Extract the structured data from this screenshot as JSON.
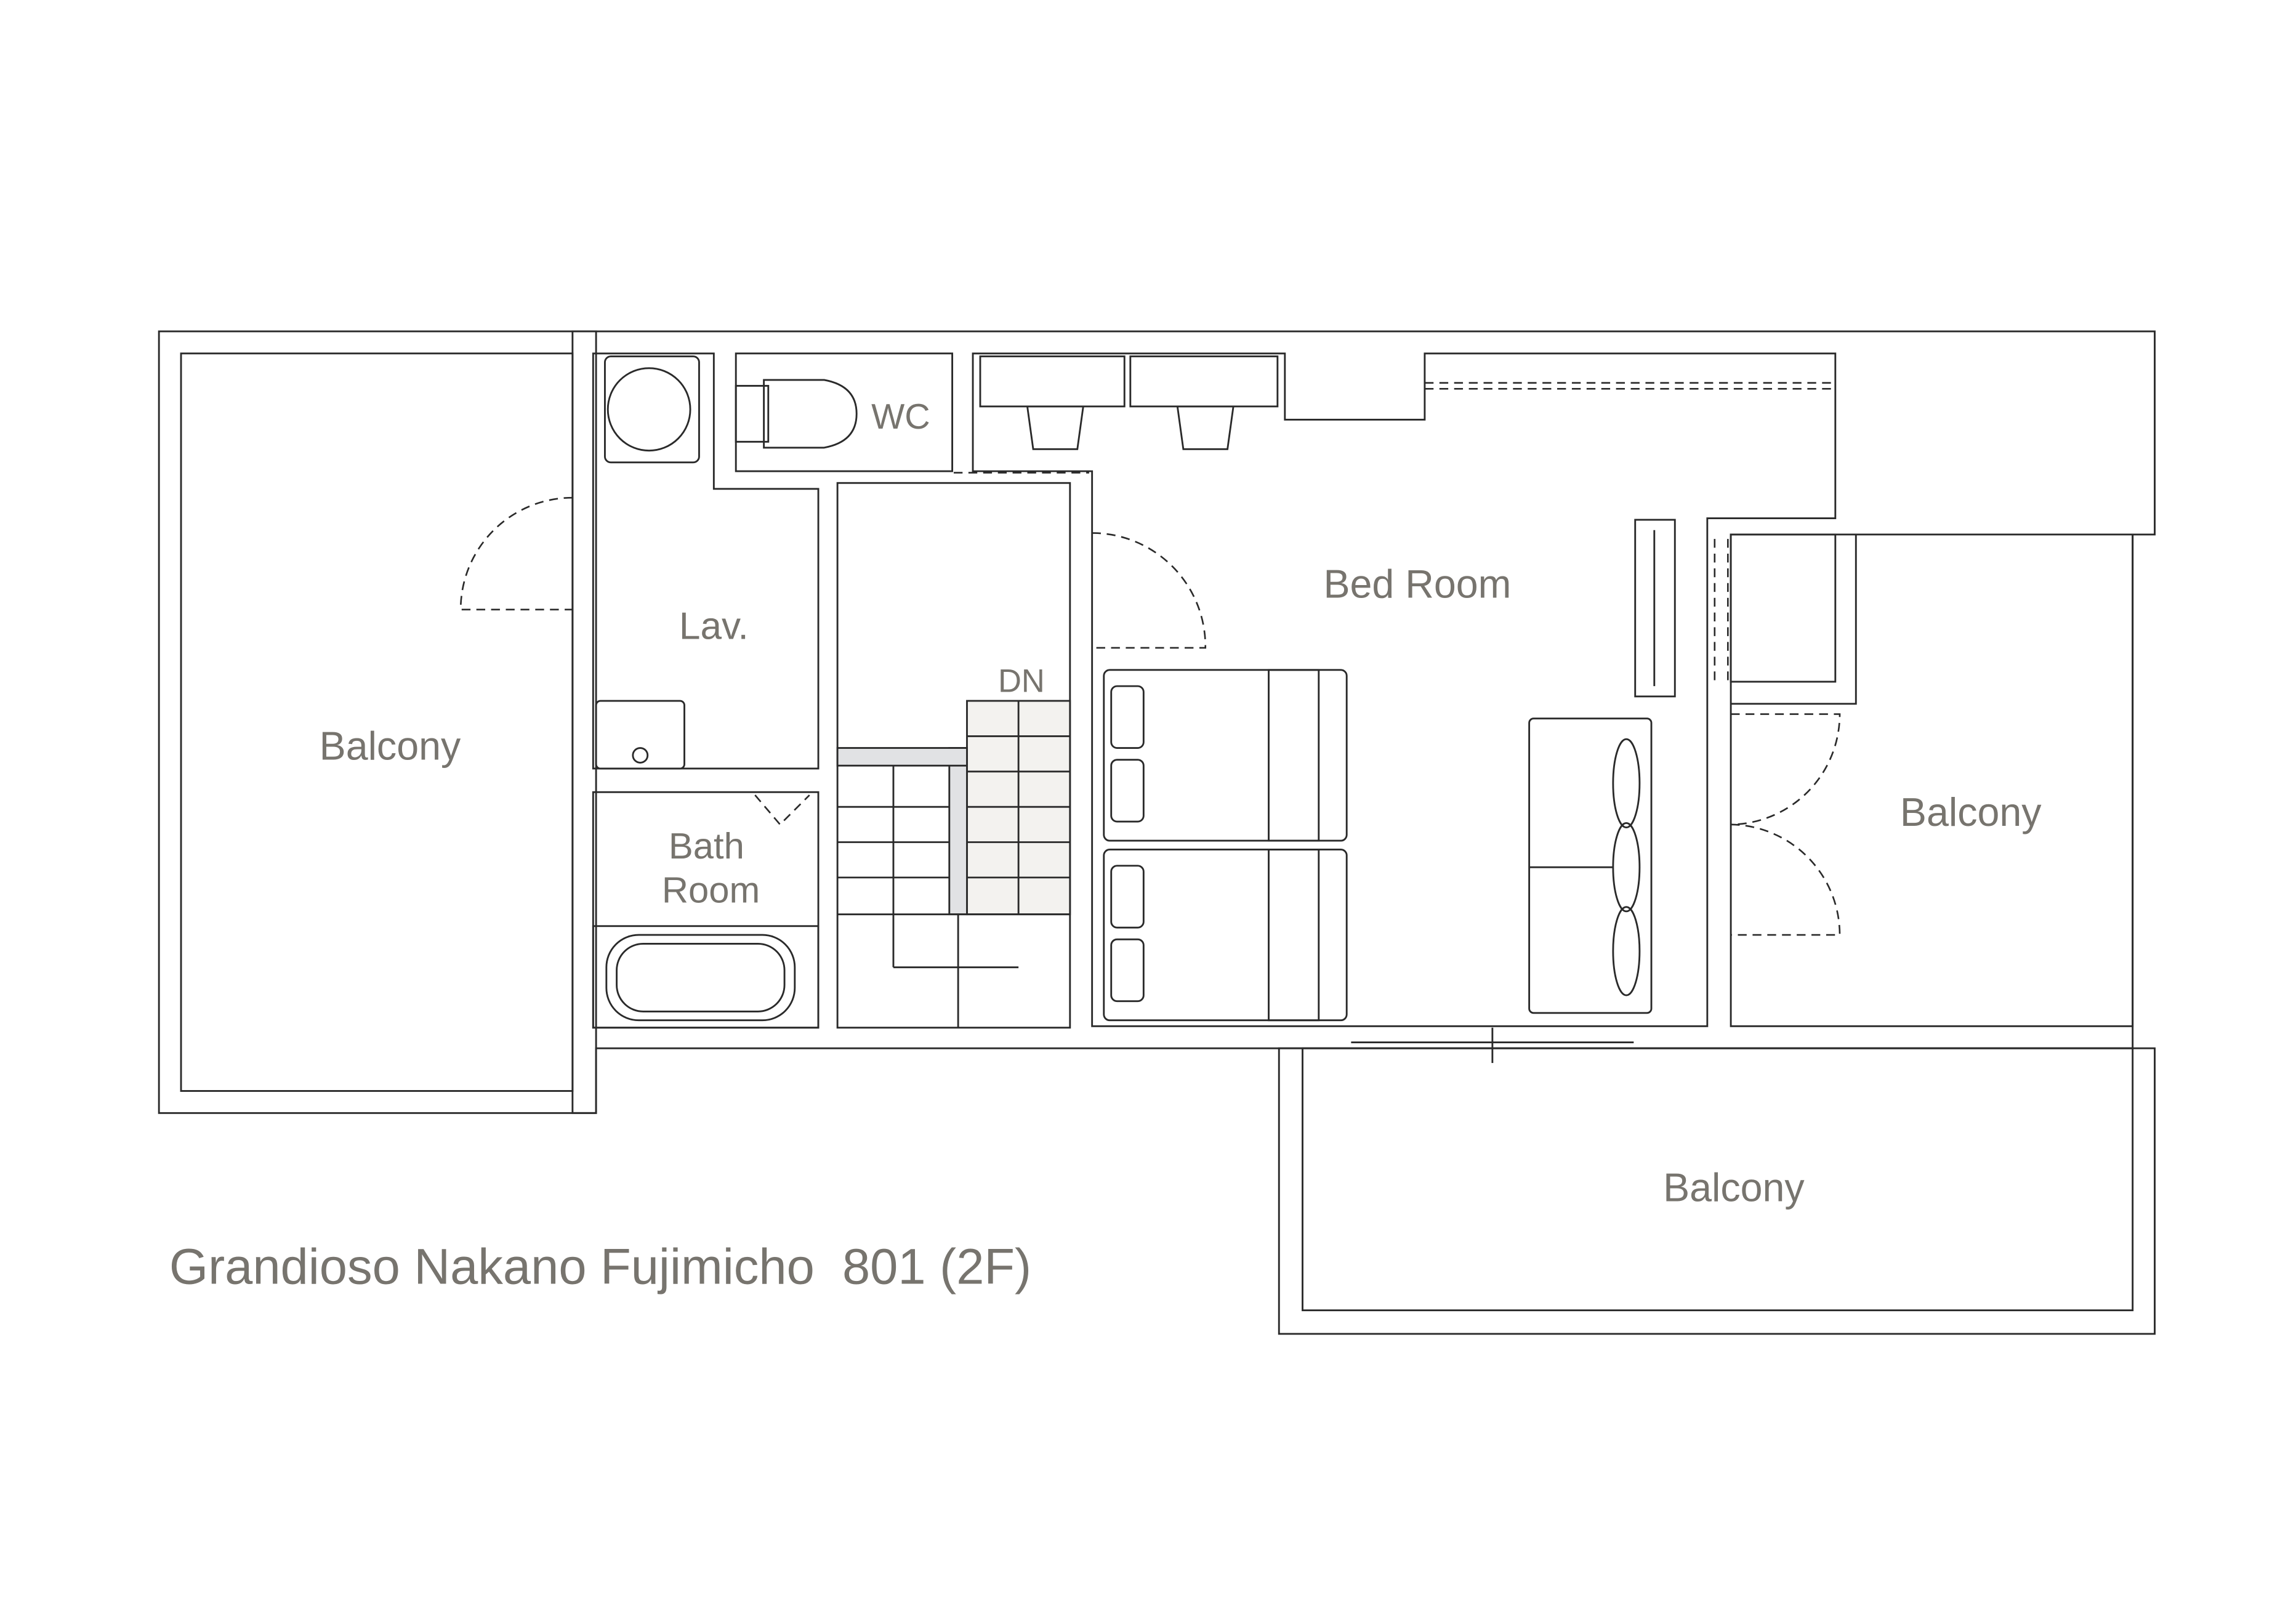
{
  "plan": {
    "title": "Grandioso Nakano Fujimicho  801 (2F)",
    "rooms": {
      "balcony_left": "Balcony",
      "balcony_right": "Balcony",
      "balcony_bottom": "Balcony",
      "lav": "Lav.",
      "wc": "WC",
      "bath_line1": "Bath",
      "bath_line2": "Room",
      "bedroom": "Bed Room",
      "stairs": "DN"
    },
    "colors": {
      "wall": "#e1e2e4",
      "wet_area": "#e4f9fb",
      "floor": "#f3f2ef",
      "desk": "#cdcbc2",
      "sofa": "#d2e3d8",
      "label": "#77746e"
    }
  }
}
